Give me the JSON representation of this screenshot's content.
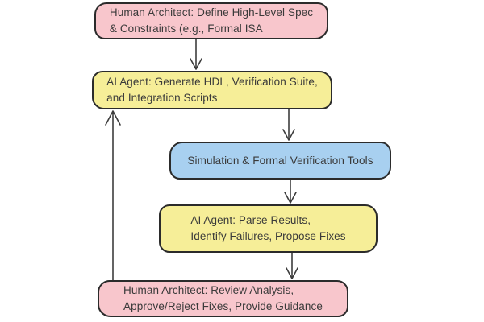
{
  "diagram": {
    "type": "flowchart",
    "background": "#ffffff",
    "colors": {
      "pink": "#F8C6CC",
      "yellow": "#F6EE98",
      "blue": "#A8D0F0",
      "border": "#2b2b2b",
      "arrow": "#3d3d3d",
      "text": "#3a3a3a"
    },
    "nodes": [
      {
        "id": "spec",
        "role": "human",
        "fill": "#F8C6CC",
        "text": "Human Architect: Define High-Level Spec\n& Constraints (e.g., Formal ISA"
      },
      {
        "id": "generate",
        "role": "ai",
        "fill": "#F6EE98",
        "text": "AI Agent: Generate HDL, Verification Suite,\nand Integration Scripts"
      },
      {
        "id": "simulate",
        "role": "tool",
        "fill": "#A8D0F0",
        "text": "Simulation & Formal Verification Tools"
      },
      {
        "id": "parse",
        "role": "ai",
        "fill": "#F6EE98",
        "text": "AI Agent: Parse Results,\nIdentify Failures, Propose Fixes"
      },
      {
        "id": "review",
        "role": "human",
        "fill": "#F8C6CC",
        "text": "Human Architect: Review Analysis,\nApprove/Reject Fixes, Provide Guidance"
      }
    ],
    "edges": [
      {
        "from": "spec",
        "to": "generate",
        "direction": "down"
      },
      {
        "from": "generate",
        "to": "simulate",
        "direction": "down"
      },
      {
        "from": "simulate",
        "to": "parse",
        "direction": "down"
      },
      {
        "from": "parse",
        "to": "review",
        "direction": "down"
      },
      {
        "from": "review",
        "to": "generate",
        "direction": "up-feedback"
      }
    ]
  }
}
